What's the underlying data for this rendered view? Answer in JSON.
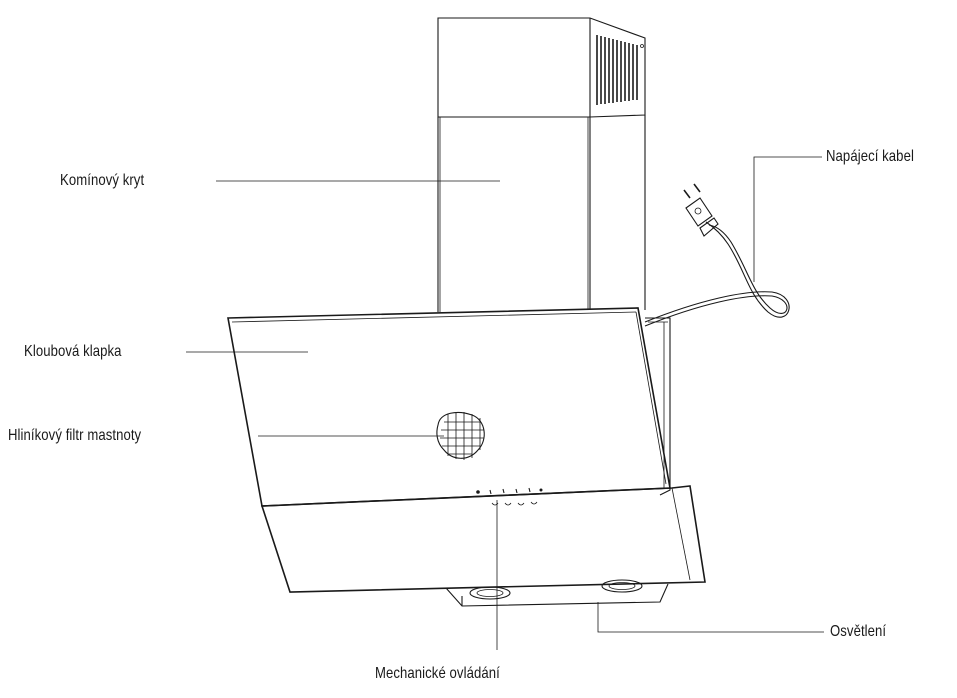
{
  "labels": {
    "chimney_cover": "Komínový kryt",
    "power_cable": "Napájecí kabel",
    "hinged_flap": "Kloubová klapka",
    "grease_filter": "Hliníkový filtr mastnoty",
    "lighting": "Osvětlení",
    "controls": "Mechanické ovládání"
  },
  "colors": {
    "line": "#1a1a1a",
    "background": "#ffffff"
  }
}
